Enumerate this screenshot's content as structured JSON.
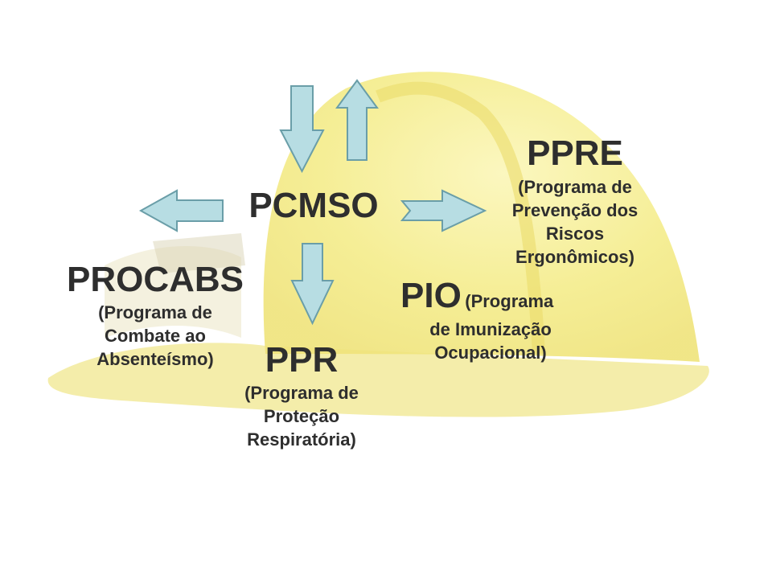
{
  "center": {
    "label": "PCMSO"
  },
  "ppre": {
    "acronym": "PPRE",
    "desc": [
      "(Programa de",
      "Prevenção dos",
      "Riscos",
      "Ergonômicos)"
    ]
  },
  "procabs": {
    "acronym": "PROCABS",
    "desc": [
      "(Programa de",
      "Combate ao",
      "Absenteísmo)"
    ]
  },
  "pio": {
    "acronym": "PIO",
    "desc_inline": "(Programa",
    "desc": [
      "de Imunização",
      "Ocupacional)"
    ]
  },
  "ppr": {
    "acronym": "PPR",
    "desc": [
      "(Programa de",
      "Proteção",
      "Respiratória)"
    ]
  },
  "colors": {
    "arrow_fill": "#b7dde3",
    "arrow_stroke": "#6a9ea8",
    "helmet": "#f4ec8a",
    "text": "#2e2e2e"
  }
}
